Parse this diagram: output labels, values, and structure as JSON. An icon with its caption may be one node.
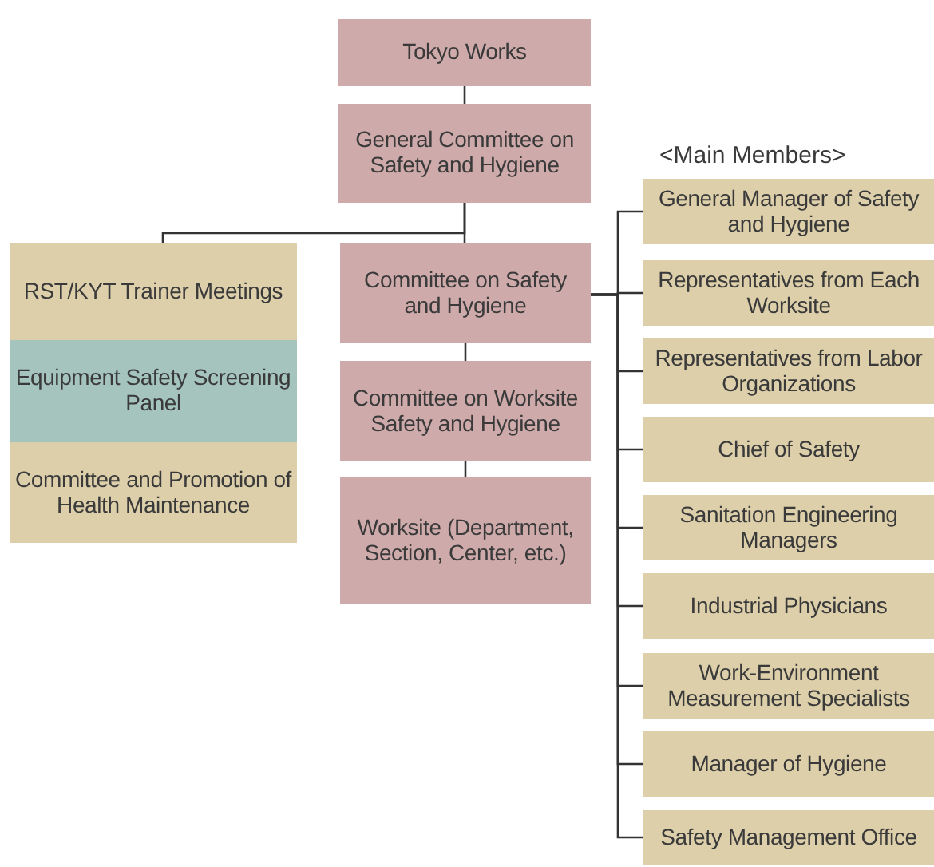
{
  "diagram": {
    "nodes": [
      {
        "text": [
          "Tokyo Works"
        ]
      },
      {
        "text": [
          "General Committee on Safety and Hygiene"
        ]
      },
      {
        "text": [
          "RST/KYT Trainer Meetings"
        ]
      },
      {
        "text": [
          "Equipment Safety Screening Panel"
        ]
      },
      {
        "text": [
          "Committee and Promotion of Health Maintenance"
        ]
      },
      {
        "text": [
          "Committee on Safety and Hygiene"
        ]
      },
      {
        "text": [
          "Committee on Worksite Safety and Hygiene"
        ]
      },
      {
        "text": [
          "Worksite (Department, Section, Center, etc.)"
        ]
      },
      {
        "text": [
          "General Manager of Safety and Hygiene"
        ]
      },
      {
        "text": [
          "Representatives from Each Worksite"
        ]
      },
      {
        "text": [
          "Representatives from Labor Organizations"
        ]
      },
      {
        "text": [
          "Chief of Safety"
        ]
      },
      {
        "text": [
          "Sanitation Engineering Managers"
        ]
      },
      {
        "text": [
          "Industrial Physicians"
        ]
      },
      {
        "text": [
          "Work-Environment Measurement Specialists"
        ]
      },
      {
        "text": [
          "Manager of Hygiene"
        ]
      },
      {
        "text": [
          "Safety Management Office"
        ]
      }
    ],
    "edges": [
      {
        "from": 0,
        "to": 1,
        "arrow": "none"
      },
      {
        "from": 1,
        "to": 2,
        "arrow": "none"
      },
      {
        "from": 1,
        "to": 5,
        "arrow": "none"
      },
      {
        "from": 5,
        "to": 6,
        "arrow": "none"
      },
      {
        "from": 6,
        "to": 7,
        "arrow": "none"
      },
      {
        "from": 5,
        "to": 8,
        "arrow": "none"
      },
      {
        "from": 5,
        "to": 9,
        "arrow": "none"
      },
      {
        "from": 5,
        "to": 10,
        "arrow": "none"
      },
      {
        "from": 5,
        "to": 11,
        "arrow": "none"
      },
      {
        "from": 5,
        "to": 12,
        "arrow": "none"
      },
      {
        "from": 5,
        "to": 13,
        "arrow": "none"
      },
      {
        "from": 5,
        "to": 14,
        "arrow": "none"
      },
      {
        "from": 5,
        "to": 15,
        "arrow": "none"
      },
      {
        "from": 5,
        "to": 16,
        "arrow": "none"
      }
    ],
    "labels": [
      "<Main Members>"
    ]
  }
}
